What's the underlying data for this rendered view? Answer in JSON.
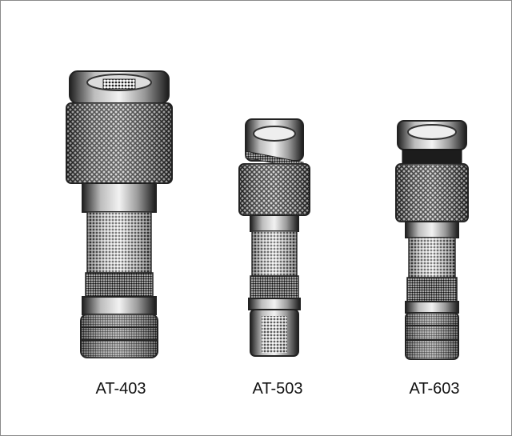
{
  "connectors": [
    {
      "label": "AT-403",
      "body_color": "#7a7a7a"
    },
    {
      "label": "AT-503",
      "body_color": "#7a7a7a"
    },
    {
      "label": "AT-603",
      "body_color": "#7a7a7a"
    }
  ]
}
